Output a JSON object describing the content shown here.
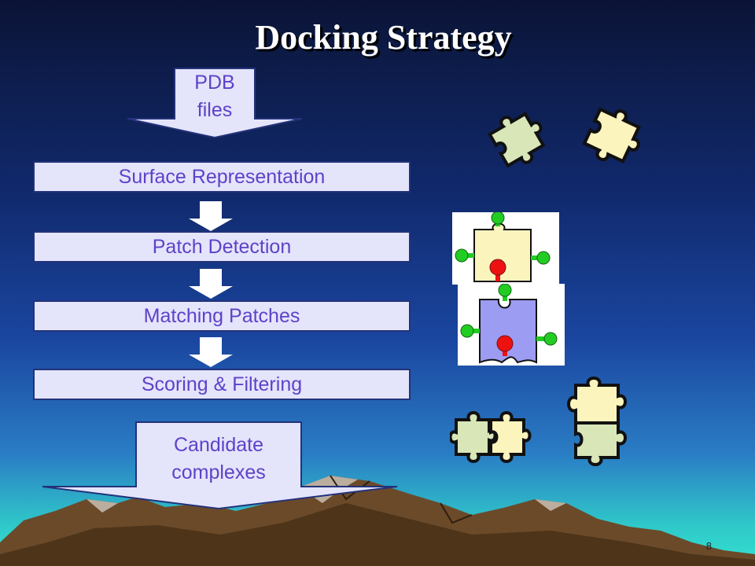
{
  "slide": {
    "title": "Docking Strategy",
    "page_number": "8"
  },
  "input": {
    "line1": "PDB",
    "line2": "files"
  },
  "steps": [
    {
      "label": "Surface Representation"
    },
    {
      "label": "Patch Detection"
    },
    {
      "label": "Matching Patches"
    },
    {
      "label": "Scoring & Filtering"
    }
  ],
  "output": {
    "line1": "Candidate",
    "line2": "complexes"
  },
  "colors": {
    "box_fill": "#e4e4fb",
    "box_border": "#23327a",
    "text": "#5e42c8",
    "piece_green": "#d8e6b8",
    "piece_yellow": "#fbf4bd",
    "piece_blue": "#9c9cf2",
    "knob_green": "#22cc22",
    "knob_red": "#ee1111"
  }
}
